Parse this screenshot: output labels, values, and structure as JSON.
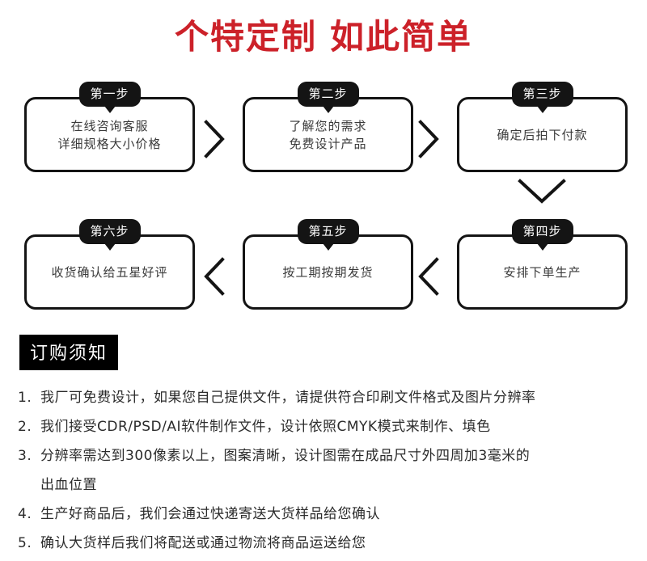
{
  "title": {
    "part1": "个特定制",
    "part2": "如此简单",
    "color": "#cc2129"
  },
  "flow": {
    "steps": [
      {
        "badge": "第一步",
        "line1": "在线咨询客服",
        "line2": "详细规格大小价格"
      },
      {
        "badge": "第二步",
        "line1": "了解您的需求",
        "line2": "免费设计产品"
      },
      {
        "badge": "第三步",
        "line1": "确定后拍下付款",
        "line2": ""
      },
      {
        "badge": "第四步",
        "line1": "安排下单生产",
        "line2": ""
      },
      {
        "badge": "第五步",
        "line1": "按工期按期发货",
        "line2": ""
      },
      {
        "badge": "第六步",
        "line1": "收货确认给五星好评",
        "line2": ""
      }
    ],
    "connectors": [
      {
        "name": "chevron-right-icon",
        "direction": "right"
      },
      {
        "name": "chevron-right-icon",
        "direction": "right"
      },
      {
        "name": "chevron-down-icon",
        "direction": "down"
      },
      {
        "name": "chevron-left-icon",
        "direction": "left"
      },
      {
        "name": "chevron-left-icon",
        "direction": "left"
      }
    ]
  },
  "notice": {
    "header": "订购须知",
    "items": [
      {
        "number": "1.",
        "text": "我厂可免费设计，如果您自己提供文件，请提供符合印刷文件格式及图片分辨率",
        "text2": ""
      },
      {
        "number": "2.",
        "text": "我们接受CDR/PSD/AI软件制作文件，设计依照CMYK模式来制作、填色",
        "text2": ""
      },
      {
        "number": "3.",
        "text": "分辨率需达到300像素以上，图案清晰，设计图需在成品尺寸外四周加3毫米的",
        "text2": "出血位置"
      },
      {
        "number": "4.",
        "text": "生产好商品后，我们会通过快递寄送大货样品给您确认",
        "text2": ""
      },
      {
        "number": "5.",
        "text": "确认大货样后我们将配送或通过物流将商品运送给您",
        "text2": ""
      }
    ]
  }
}
